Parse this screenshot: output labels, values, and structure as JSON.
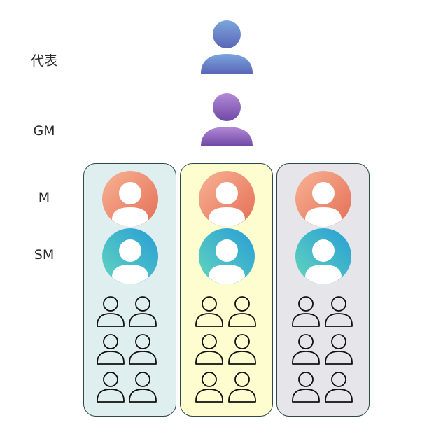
{
  "labels": {
    "representative": "代表",
    "gm": "GM",
    "m": "M",
    "sm": "SM"
  },
  "icons": {
    "top": "user-icon",
    "circle_avatar": "user-circle-icon",
    "member": "user-outline-icon"
  },
  "colors": {
    "representative_gradient": [
      "#7aa6dc",
      "#5b66b8"
    ],
    "gm_gradient": [
      "#b38ad6",
      "#6f48a6"
    ],
    "m_gradient": [
      "#f6a98a",
      "#e9735a"
    ],
    "sm_gradient": [
      "#5fd0c2",
      "#2a9fd4"
    ],
    "team_fills": [
      "#dfeff0",
      "#fdfdd0",
      "#e6e6ea"
    ],
    "team_border": "#2d4a48"
  },
  "teams": [
    {
      "members": 6
    },
    {
      "members": 6
    },
    {
      "members": 6
    }
  ]
}
